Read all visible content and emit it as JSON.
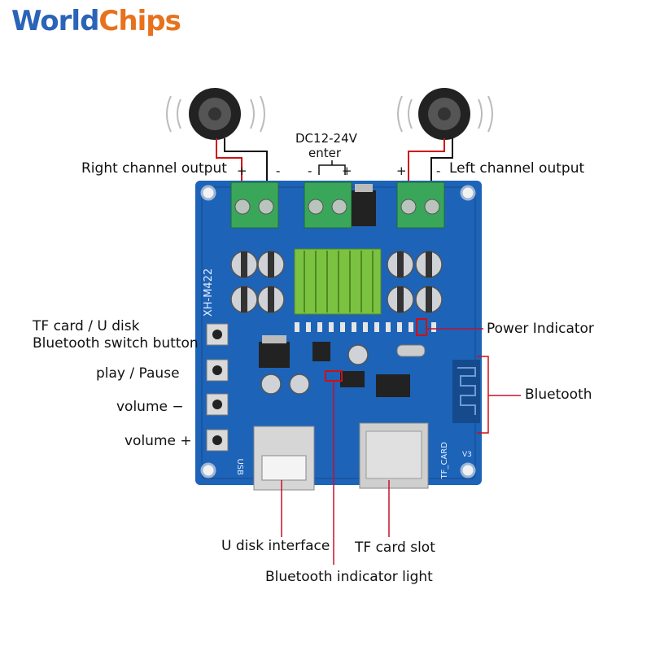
{
  "brand": {
    "logo_text_a": "World",
    "logo_text_b": "Chips"
  },
  "board": {
    "model": "XH-M422",
    "usb_silk": "USB",
    "tf_silk": "TF_CARD",
    "version": "V3"
  },
  "labels": {
    "right_channel": "Right channel output",
    "left_channel": "Left channel output",
    "dc_input_line1": "DC12-24V",
    "dc_input_line2": "enter",
    "power_indicator": "Power Indicator",
    "bluetooth": "Bluetooth",
    "tf_udisk_switch_line1": "TF card / U disk",
    "tf_udisk_switch_line2": "Bluetooth switch button",
    "play_pause": "play / Pause",
    "volume_down": "volume −",
    "volume_up": "volume +",
    "u_disk_interface": "U disk interface",
    "tf_card_slot": "TF card slot",
    "bt_indicator_light": "Bluetooth indicator light"
  },
  "polarity": {
    "plus": "+",
    "minus": "-"
  },
  "colors": {
    "pcb": "#1d63b8",
    "pcb_dark": "#154b8d",
    "terminal": "#3aa65a",
    "heatsink": "#7cc241",
    "leader": "#c8102e",
    "logo_blue": "#2a63b8",
    "logo_orange": "#e8711c"
  }
}
